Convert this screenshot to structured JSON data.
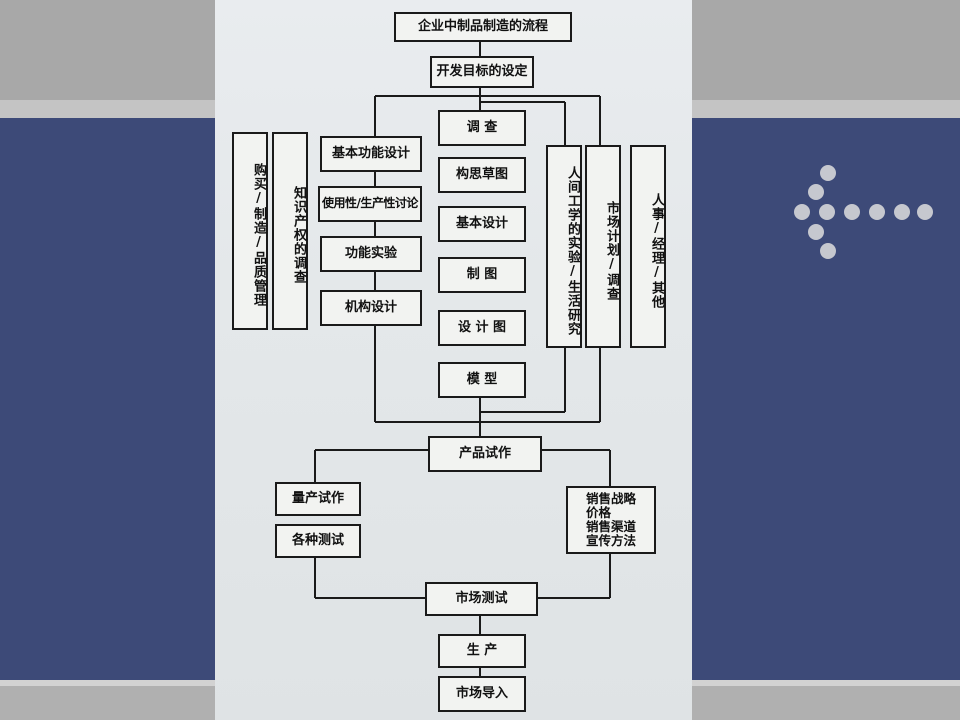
{
  "slide": {
    "colors": {
      "background": "#3d4a78",
      "band": "#a8a8a8",
      "photo": "#e6e9eb",
      "dots": "#c6c8cf"
    }
  },
  "diagram": {
    "title": "企业中制品制造的流程",
    "start": "开发目标的设定",
    "left_vertical": [
      "购买/制造/品质管理",
      "知识产权的调查"
    ],
    "design_column": [
      "基本功能设计",
      "使用性/生产性讨论",
      "功能实验",
      "机构设计"
    ],
    "center_column": [
      "调 查",
      "构思草图",
      "基本设计",
      "制 图",
      "设 计 图",
      "模 型"
    ],
    "right_vertical": [
      "人间工学的实验/生活研究",
      "市场计划/调查",
      "人事/经理/其他"
    ],
    "trial": "产品试作",
    "left_branch": [
      "量产试作",
      "各种测试"
    ],
    "sales_box": "销售战略\n价格\n销售渠道\n宣传方法",
    "market_test": "市场测试",
    "production": "生 产",
    "market_launch": "市场导入"
  }
}
